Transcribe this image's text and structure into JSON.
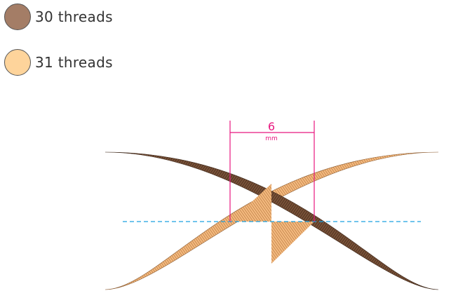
{
  "legend": [
    {
      "label": "30 threads",
      "color": "#a47d66"
    },
    {
      "label": "31 threads",
      "color": "#fed49b"
    }
  ],
  "dimension": {
    "value": "6",
    "unit": "mm",
    "color": "#e8177f"
  },
  "centerline_color": "#1aa0e0",
  "bands": {
    "dark_color": "#6e4a33",
    "light_color": "#f2b67a"
  }
}
